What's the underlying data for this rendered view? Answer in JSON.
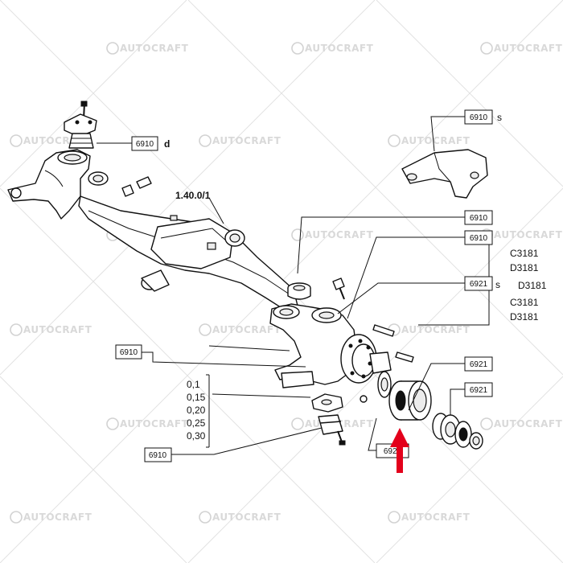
{
  "watermark": {
    "text": "AUTOCRAFT"
  },
  "part_codes": {
    "top_left": "6910",
    "top_left_suffix": "d",
    "top_right": "6910",
    "top_right_suffix": "s",
    "mid_1": "6910",
    "mid_2": "6910",
    "mid_3": "6921",
    "mid_3_suffix": "s",
    "left": "6910",
    "bottom_left": "6910",
    "bottom": "6921",
    "right_1": "6921",
    "right_2": "6921"
  },
  "assembly_ref": "1.40.0/1",
  "applicability": [
    "C3181",
    "D3181",
    "D3181",
    "C3181",
    "D3181"
  ],
  "shim_sizes": [
    "0,1",
    "0,15",
    "0,20",
    "0,25",
    "0,30"
  ],
  "colors": {
    "arrow": "#e3001b",
    "line": "#111111",
    "watermark": "#d9d9d9"
  }
}
